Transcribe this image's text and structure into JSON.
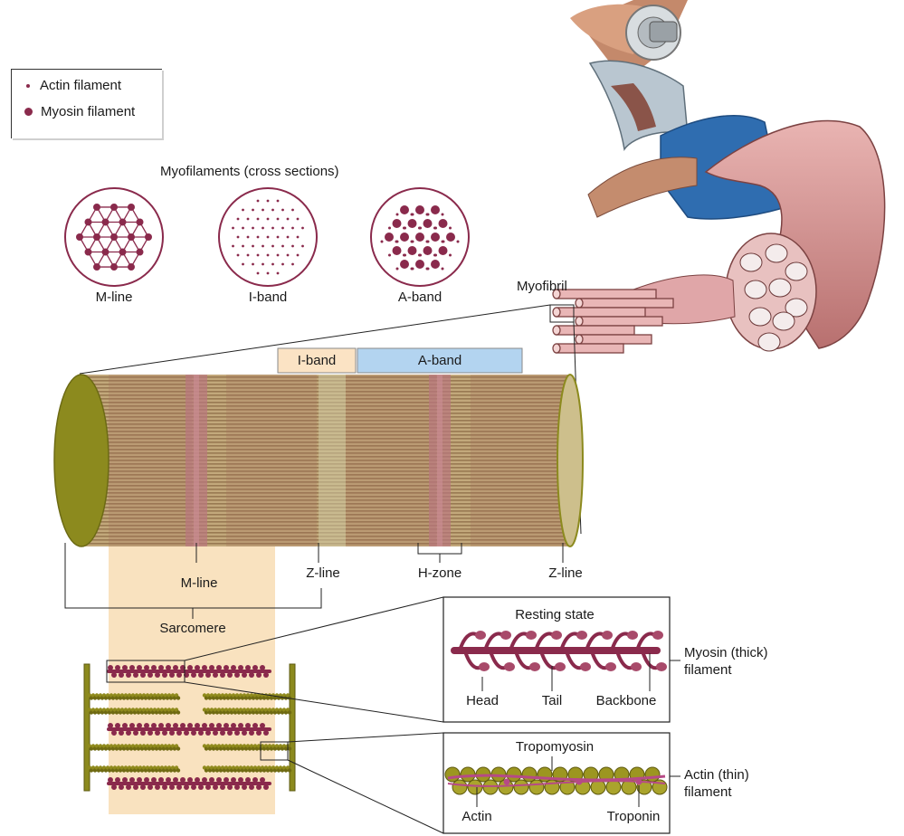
{
  "legend": {
    "items": [
      {
        "label": "Actin filament",
        "symbol": "small-dot"
      },
      {
        "label": "Myosin filament",
        "symbol": "large-dot"
      }
    ]
  },
  "cross_sections": {
    "title": "Myofilaments (cross sections)",
    "items": [
      {
        "label": "M-line"
      },
      {
        "label": "I-band"
      },
      {
        "label": "A-band"
      }
    ]
  },
  "muscle": {
    "myofibril_label": "Myofibril"
  },
  "myofibril": {
    "band_labels": [
      "I-band",
      "A-band"
    ],
    "labels": {
      "m_line": "M-line",
      "z_line_1": "Z-line",
      "h_zone": "H-zone",
      "z_line_2": "Z-line",
      "sarcomere": "Sarcomere"
    }
  },
  "myosin_inset": {
    "title": "Resting state",
    "labels": [
      "Head",
      "Tail",
      "Backbone"
    ],
    "side_label": [
      "Myosin (thick)",
      "filament"
    ]
  },
  "actin_inset": {
    "title": "Tropomyosin",
    "labels": [
      "Actin",
      "Troponin"
    ],
    "side_label": [
      "Actin (thin)",
      "filament"
    ]
  },
  "colors": {
    "myosin": "#8a2a4c",
    "actin": "#8f8a1c",
    "fibril_end": "#8c8a1e",
    "i_band_fill": "#fbe3c4",
    "a_band_fill": "#b3d4f0",
    "sarcomere_highlight": "#f8dfb8",
    "muscle_pink": "#d8999a",
    "shorts_blue": "#2f6db0",
    "shirt_gray": "#b9c6d0"
  }
}
